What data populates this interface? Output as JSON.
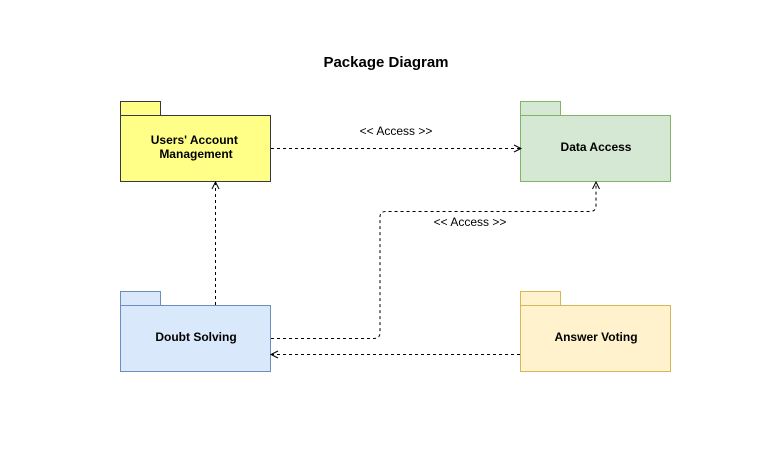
{
  "diagram": {
    "title": "Package Diagram",
    "packages": {
      "users_account": {
        "label_line1": "Users' Account",
        "label_line2": "Management",
        "fill": "#ffff88",
        "stroke": "#36393d"
      },
      "data_access": {
        "label": "Data Access",
        "fill": "#d5e8d4",
        "stroke": "#82b366"
      },
      "doubt_solving": {
        "label": "Doubt Solving",
        "fill": "#dae8fc",
        "stroke": "#6c8ebf"
      },
      "answer_voting": {
        "label": "Answer Voting",
        "fill": "#fff2cc",
        "stroke": "#d6b656"
      }
    },
    "connectors": {
      "users_to_data": {
        "label": "<< Access >>"
      },
      "doubt_to_data": {
        "label": "<< Access >>"
      }
    }
  }
}
